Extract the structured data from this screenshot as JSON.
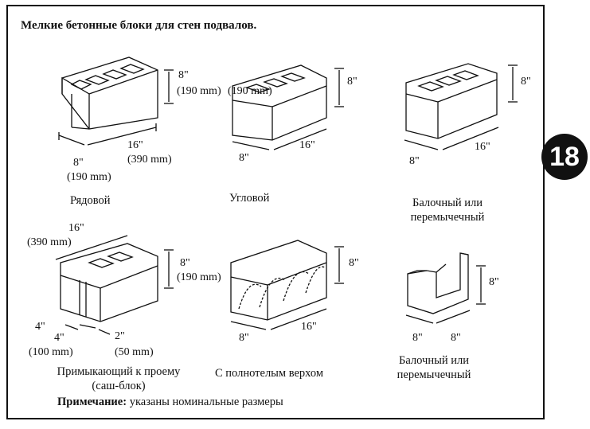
{
  "title": "Мелкие бетонные блоки для стен подвалов.",
  "page_number": "18",
  "blocks": [
    {
      "caption": "Рядовой",
      "dims": {
        "height": "8\"",
        "height_mm": "(190 mm)",
        "length": "16\"",
        "length_mm": "(390 mm)",
        "width": "8\"",
        "width_mm": "(190 mm)"
      }
    },
    {
      "caption": "Угловой",
      "dims": {
        "height": "8\"",
        "height_mm": "(190 mm)",
        "length": "16\"",
        "width": "8\""
      }
    },
    {
      "caption_line1": "Балочный или",
      "caption_line2": "перемычечный",
      "dims": {
        "height": "8\"",
        "length": "16\"",
        "width": "8\""
      }
    },
    {
      "caption_line1": "Примыкающий к проему",
      "caption_line2": "(саш-блок)",
      "dims": {
        "length": "16\"",
        "length_mm": "(390 mm)",
        "height": "8\"",
        "height_mm": "(190 mm)",
        "slot1": "4\"",
        "slot2": "4\"",
        "slot1_mm": "(100 mm)",
        "slot3": "2\"",
        "slot3_mm": "(50 mm)"
      }
    },
    {
      "caption": "С полнотелым верхом",
      "dims": {
        "height": "8\"",
        "length": "16\"",
        "width": "8\""
      }
    },
    {
      "caption_line1": "Балочный или",
      "caption_line2": "перемычечный",
      "dims": {
        "height": "8\"",
        "width1": "8\"",
        "width2": "8\""
      }
    }
  ],
  "note": {
    "label": "Примечание:",
    "text": " указаны номинальные размеры"
  }
}
